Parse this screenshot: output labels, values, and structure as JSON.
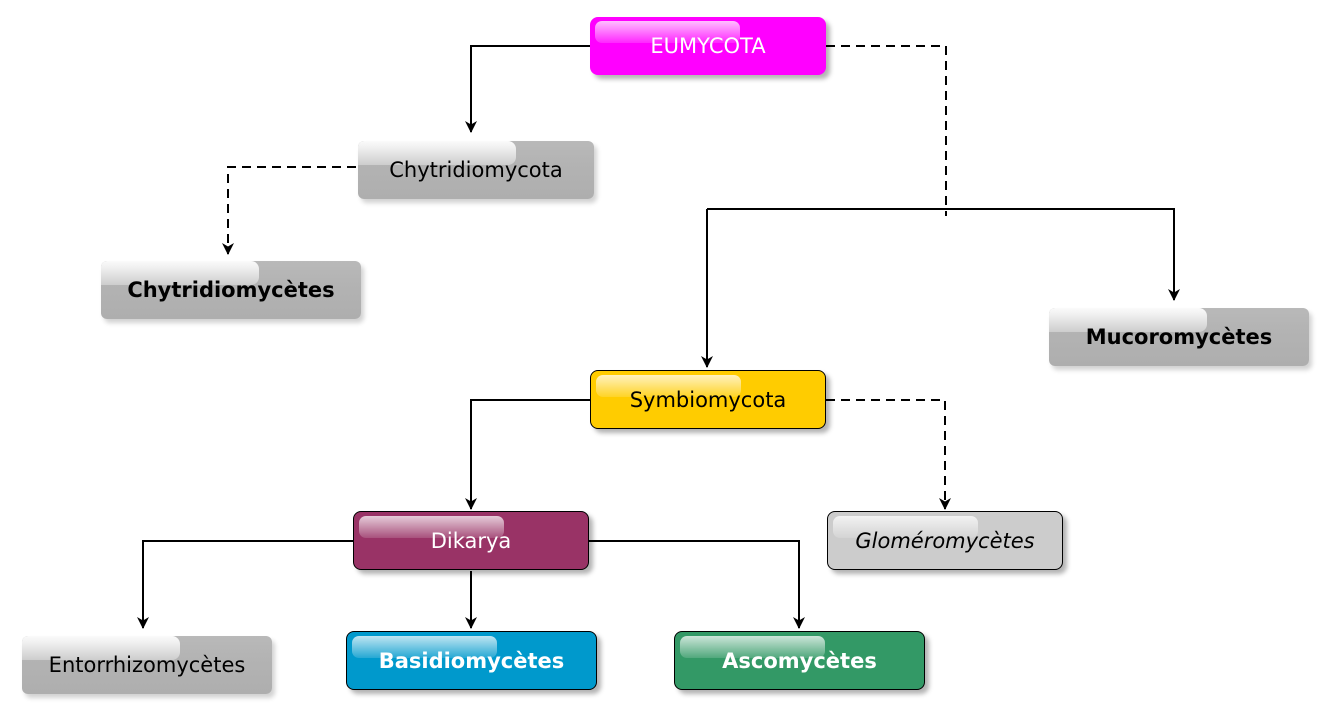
{
  "diagram": {
    "nodes": {
      "eumycota": {
        "label": "EUMYCOTA",
        "fill": "#ff00ff",
        "text_color": "#ffffff"
      },
      "chytridiomycota": {
        "label": "Chytridiomycota",
        "fill": "#b3b3b3",
        "text_color": "#000000"
      },
      "chytridiomycetes": {
        "label": "Chytridiomycètes",
        "fill": "#b3b3b3",
        "text_color": "#000000"
      },
      "mucoromycetes": {
        "label": "Mucoromycètes",
        "fill": "#b3b3b3",
        "text_color": "#000000"
      },
      "symbiomycota": {
        "label": "Symbiomycota",
        "fill": "#ffcc00",
        "text_color": "#000000"
      },
      "dikarya": {
        "label": "Dikarya",
        "fill": "#993366",
        "text_color": "#ffffff"
      },
      "glomeromycetes": {
        "label": "Gloméromycètes",
        "fill": "#cccccc",
        "text_color": "#000000"
      },
      "entorrhizomycetes": {
        "label": "Entorrhizomycètes",
        "fill": "#b3b3b3",
        "text_color": "#000000"
      },
      "basidiomycetes": {
        "label": "Basidiomycètes",
        "fill": "#0099cc",
        "text_color": "#ffffff"
      },
      "ascomycetes": {
        "label": "Ascomycètes",
        "fill": "#339966",
        "text_color": "#ffffff"
      }
    },
    "edges": [
      {
        "from": "eumycota",
        "to": "chytridiomycota",
        "style": "solid"
      },
      {
        "from": "eumycota",
        "to": "mucoromycetes",
        "style": "dashed"
      },
      {
        "from": "chytridiomycota",
        "to": "chytridiomycetes",
        "style": "dashed"
      },
      {
        "from": "mucoromycetes",
        "to": "symbiomycota",
        "style": "solid"
      },
      {
        "from": "symbiomycota",
        "to": "dikarya",
        "style": "solid"
      },
      {
        "from": "symbiomycota",
        "to": "glomeromycetes",
        "style": "dashed"
      },
      {
        "from": "dikarya",
        "to": "entorrhizomycetes",
        "style": "solid"
      },
      {
        "from": "dikarya",
        "to": "basidiomycetes",
        "style": "solid"
      },
      {
        "from": "dikarya",
        "to": "ascomycetes",
        "style": "solid"
      }
    ]
  }
}
